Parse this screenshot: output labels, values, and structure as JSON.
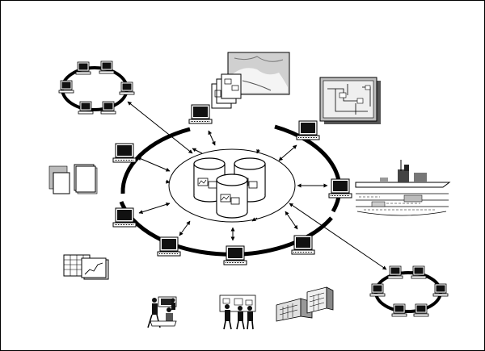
{
  "diagram": {
    "type": "integrated data network",
    "hub": {
      "name": "shared-database",
      "icon": "database-cylinders-icon",
      "count": 3
    },
    "ring_workstations": [
      {
        "name": "workstation-top"
      },
      {
        "name": "workstation-top-right"
      },
      {
        "name": "workstation-right"
      },
      {
        "name": "workstation-bottom-right"
      },
      {
        "name": "workstation-bottom"
      },
      {
        "name": "workstation-bottom-left"
      },
      {
        "name": "workstation-left-lower"
      },
      {
        "name": "workstation-left-upper"
      }
    ],
    "peripherals": [
      {
        "name": "lan-ring-top-left",
        "icon": "network-ring-icon"
      },
      {
        "name": "maps-documents",
        "icon": "map-stack-icon"
      },
      {
        "name": "schematic-drawing",
        "icon": "schematic-icon"
      },
      {
        "name": "documents-left",
        "icon": "documents-icon"
      },
      {
        "name": "ship-drawing",
        "icon": "ship-icon"
      },
      {
        "name": "spreadsheet-chart",
        "icon": "spreadsheet-icon"
      },
      {
        "name": "operators-at-console",
        "icon": "people-icon"
      },
      {
        "name": "presentation-group",
        "icon": "presentation-icon"
      },
      {
        "name": "buildings",
        "icon": "buildings-icon"
      },
      {
        "name": "lan-ring-bottom-right",
        "icon": "network-ring-icon"
      }
    ],
    "colors": {
      "line": "#000000",
      "screen": "#111111",
      "fill": "#d8d8d8",
      "frame": "#ffffff"
    }
  }
}
